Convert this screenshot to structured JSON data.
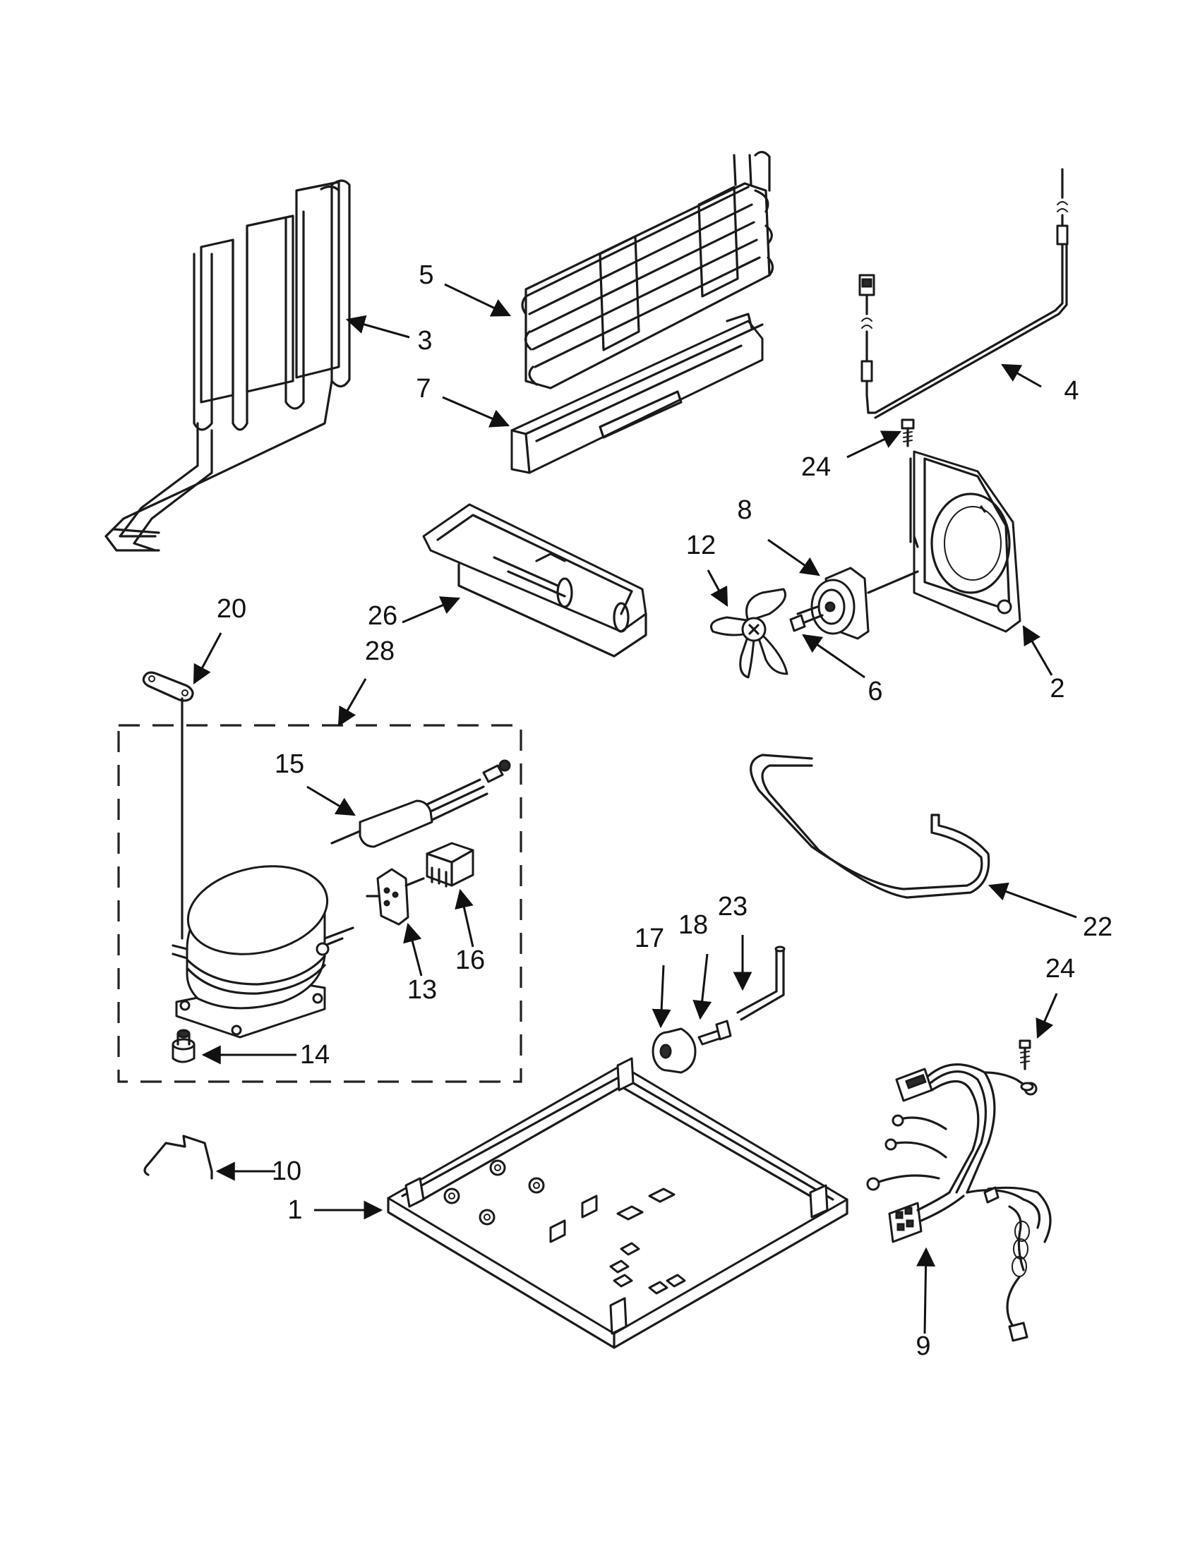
{
  "diagram": {
    "labels": {
      "p1": "1",
      "p2": "2",
      "p3": "3",
      "p4": "4",
      "p5": "5",
      "p6": "6",
      "p7": "7",
      "p8": "8",
      "p9": "9",
      "p10": "10",
      "p12": "12",
      "p13": "13",
      "p14": "14",
      "p15": "15",
      "p16": "16",
      "p17": "17",
      "p18": "18",
      "p20": "20",
      "p22": "22",
      "p23": "23",
      "p24a": "24",
      "p24b": "24",
      "p26": "26",
      "p28": "28"
    },
    "colors": {
      "line": "#1a1a1a",
      "background": "#ffffff"
    }
  }
}
